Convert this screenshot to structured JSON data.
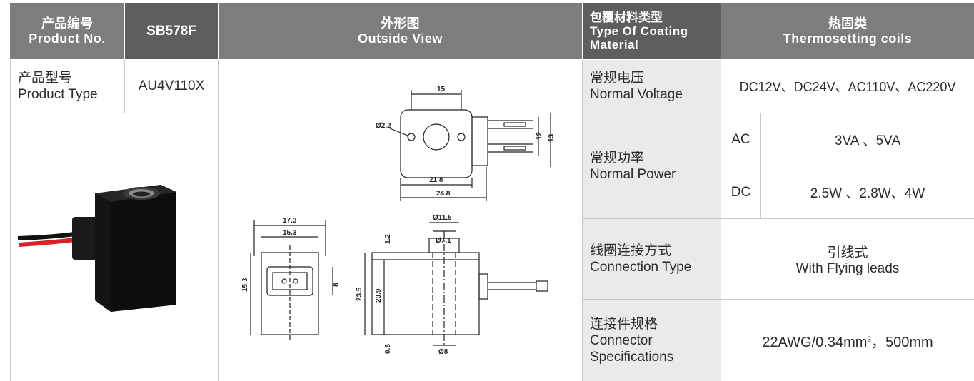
{
  "header": {
    "product_no_cn": "产品编号",
    "product_no_en": "Product No.",
    "product_no_value": "SB578F",
    "outside_view_cn": "外形图",
    "outside_view_en": "Outside View",
    "coating_cn": "包覆材料类型",
    "coating_en_1": "Type Of Coating",
    "coating_en_2": "Material",
    "coating_value_cn": "热固类",
    "coating_value_en": "Thermosetting coils"
  },
  "product_type": {
    "label_cn": "产品型号",
    "label_en": "Product Type",
    "value": "AU4V110X"
  },
  "specs": {
    "voltage": {
      "label_cn": "常规电压",
      "label_en": "Normal Voltage",
      "value": "DC12V、DC24V、AC110V、AC220V"
    },
    "power": {
      "label_cn": "常规功率",
      "label_en": "Normal Power",
      "ac_label": "AC",
      "ac_value": "3VA 、5VA",
      "dc_label": "DC",
      "dc_value": "2.5W 、2.8W、4W"
    },
    "connection": {
      "label_cn": "线圈连接方式",
      "label_en": "Connection Type",
      "value_cn": "引线式",
      "value_en": "With Flying leads"
    },
    "connector": {
      "label_cn": "连接件规格",
      "label_en_1": "Connector",
      "label_en_2": "Specifications",
      "value_main": "22AWG/0.34mm",
      "value_sup": "2",
      "value_tail": "，500mm"
    }
  },
  "drawing": {
    "top_width": "15",
    "hole": "Ø2.2",
    "inner_w": "21.8",
    "outer_w": "24.8",
    "h12": "12",
    "h13": "13",
    "side_outer": "17.3",
    "side_inner": "15.3",
    "side_h": "15.3",
    "side_slot": "8",
    "front_d1": "Ø11.5",
    "front_d2": "Ø7.1",
    "front_top": "1.2",
    "front_h": "23.5",
    "front_h2": "20.9",
    "front_bottom": "0.8",
    "front_d3": "Ø8"
  },
  "colors": {
    "header": "#7d7d7d",
    "header_dark": "#5e5e5e",
    "label_bg": "#eaeaea",
    "coil_body": "#141414",
    "wire_red": "#d8212a"
  }
}
